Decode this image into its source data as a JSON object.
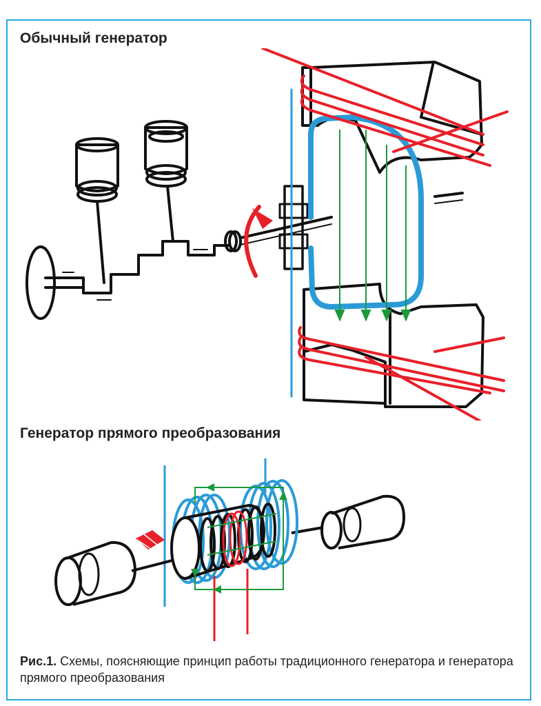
{
  "diagram": {
    "top_heading": "Обычный генератор",
    "bottom_heading": "Генератор прямого преобразования",
    "caption_label": "Рис.1.",
    "caption_text": " Схемы, поясняющие принцип работы традиционного генератора и генератора прямого преобразования"
  },
  "colors": {
    "frame": "#29abe2",
    "magnet_line": "#2b9bd8",
    "winding": "#e8202a",
    "flux": "#1a9a3a",
    "outline": "#111111"
  },
  "icons": {
    "rotation_arrow": "curved-arrow-icon",
    "input_arrow": "diamond-arrow-icon"
  }
}
